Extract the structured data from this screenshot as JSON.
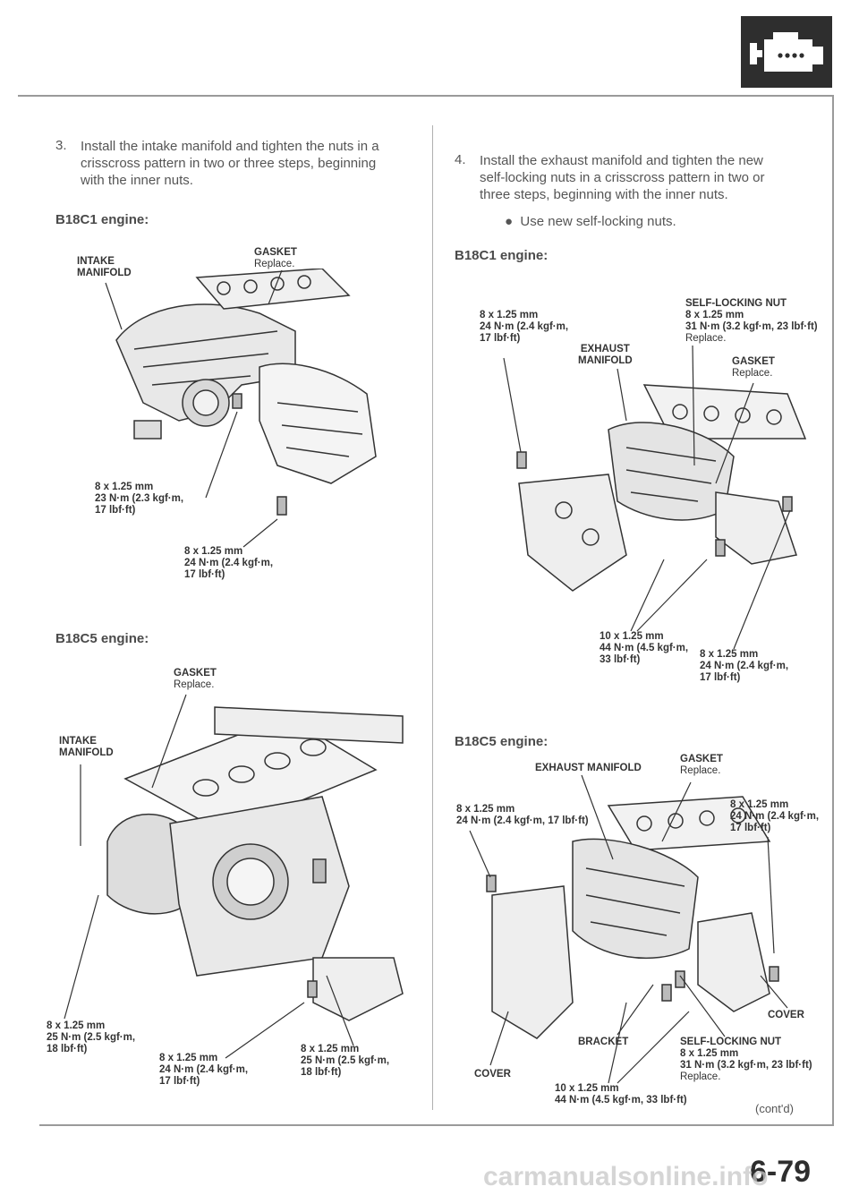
{
  "page_number": "6-79",
  "continued": "(cont'd)",
  "watermark": "carmanualsonline.info",
  "header_icon": "engine-icon",
  "left": {
    "step_num": "3.",
    "step_text": [
      "Install the intake manifold and tighten the nuts in a",
      "crisscross pattern in two or three steps, beginning",
      "with the inner nuts."
    ],
    "b18c1": {
      "heading": "B18C1 engine:",
      "intake": [
        "INTAKE",
        "MANIFOLD"
      ],
      "gasket": "GASKET",
      "gasket_note": "Replace.",
      "bolt1": [
        "8 x 1.25 mm",
        "23 N·m (2.3 kgf·m,",
        "17 lbf·ft)"
      ],
      "bolt2": [
        "8 x 1.25 mm",
        "24 N·m (2.4 kgf·m,",
        "17 lbf·ft)"
      ]
    },
    "b18c5": {
      "heading": "B18C5 engine:",
      "gasket": "GASKET",
      "gasket_note": "Replace.",
      "intake": [
        "INTAKE",
        "MANIFOLD"
      ],
      "bolt1": [
        "8 x 1.25 mm",
        "25 N·m (2.5 kgf·m,",
        "18 lbf·ft)"
      ],
      "bolt2": [
        "8 x 1.25 mm",
        "24 N·m (2.4 kgf·m,",
        "17 lbf·ft)"
      ],
      "bolt3": [
        "8 x 1.25 mm",
        "25 N·m (2.5 kgf·m,",
        "18 lbf·ft)"
      ]
    }
  },
  "right": {
    "step_num": "4.",
    "step_text": [
      "Install the exhaust manifold and tighten the new",
      "self-locking nuts in a crisscross pattern in two or",
      "three steps, beginning with the inner nuts."
    ],
    "bullet": "Use new self-locking nuts.",
    "b18c1": {
      "heading": "B18C1 engine:",
      "selflock": [
        "SELF-LOCKING NUT",
        "8 x 1.25 mm",
        "31 N·m (3.2 kgf·m, 23 lbf·ft)"
      ],
      "selflock_note": "Replace.",
      "bolt_left": [
        "8 x 1.25 mm",
        "24 N·m (2.4 kgf·m,",
        "17 lbf·ft)"
      ],
      "exhaust": [
        "EXHAUST",
        "MANIFOLD"
      ],
      "gasket": "GASKET",
      "gasket_note": "Replace.",
      "bolt10": [
        "10 x 1.25 mm",
        "44 N·m (4.5 kgf·m,",
        "33 lbf·ft)"
      ],
      "bolt8": [
        "8 x 1.25 mm",
        "24 N·m (2.4 kgf·m,",
        "17 lbf·ft)"
      ]
    },
    "b18c5": {
      "heading": "B18C5 engine:",
      "exhaust": "EXHAUST MANIFOLD",
      "gasket": "GASKET",
      "gasket_note": "Replace.",
      "bolt_left": [
        "8 x 1.25 mm",
        "24 N·m (2.4 kgf·m, 17 lbf·ft)"
      ],
      "bolt_right": [
        "8 x 1.25 mm",
        "24 N·m (2.4 kgf·m,",
        "17 lbf·ft)"
      ],
      "cover_right": "COVER",
      "bracket": "BRACKET",
      "selflock": [
        "SELF-LOCKING NUT",
        "8 x 1.25 mm",
        "31 N·m (3.2 kgf·m, 23 lbf·ft)"
      ],
      "selflock_note": "Replace.",
      "cover_left": "COVER",
      "bolt10": [
        "10 x 1.25 mm",
        "44 N·m (4.5 kgf·m, 33 lbf·ft)"
      ]
    }
  }
}
